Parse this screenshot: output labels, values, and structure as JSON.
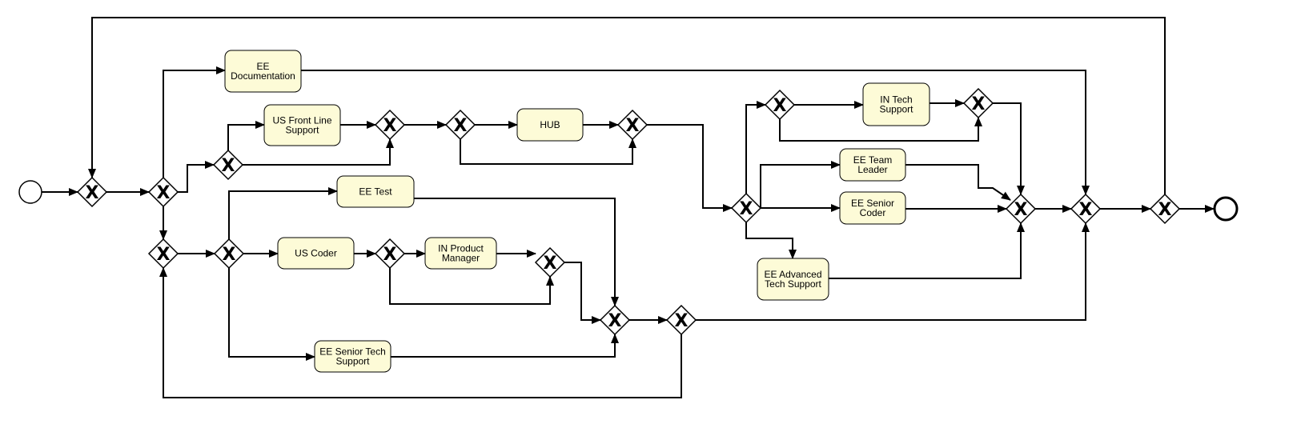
{
  "colors": {
    "task_fill": "#fdfbd7",
    "task_stroke": "#000000",
    "gateway_fill": "#ffffff",
    "line": "#000000"
  },
  "gateway_symbol": "X",
  "events": {
    "start": "start-event",
    "end": "end-event"
  },
  "tasks": [
    {
      "id": "ee_documentation",
      "lines": [
        "EE",
        "Documentation"
      ]
    },
    {
      "id": "us_front_line_support",
      "lines": [
        "US Front Line",
        "Support"
      ]
    },
    {
      "id": "hub",
      "lines": [
        "HUB"
      ]
    },
    {
      "id": "ee_test",
      "lines": [
        "EE Test"
      ]
    },
    {
      "id": "us_coder",
      "lines": [
        "US Coder"
      ]
    },
    {
      "id": "in_product_manager",
      "lines": [
        "IN Product",
        "Manager"
      ]
    },
    {
      "id": "ee_senior_tech_support",
      "lines": [
        "EE Senior Tech",
        "Support"
      ]
    },
    {
      "id": "in_tech_support",
      "lines": [
        "IN Tech",
        "Support"
      ]
    },
    {
      "id": "ee_team_leader",
      "lines": [
        "EE Team",
        "Leader"
      ]
    },
    {
      "id": "ee_senior_coder",
      "lines": [
        "EE Senior",
        "Coder"
      ]
    },
    {
      "id": "ee_advanced_tech_support",
      "lines": [
        "EE Advanced",
        "Tech Support"
      ]
    }
  ]
}
